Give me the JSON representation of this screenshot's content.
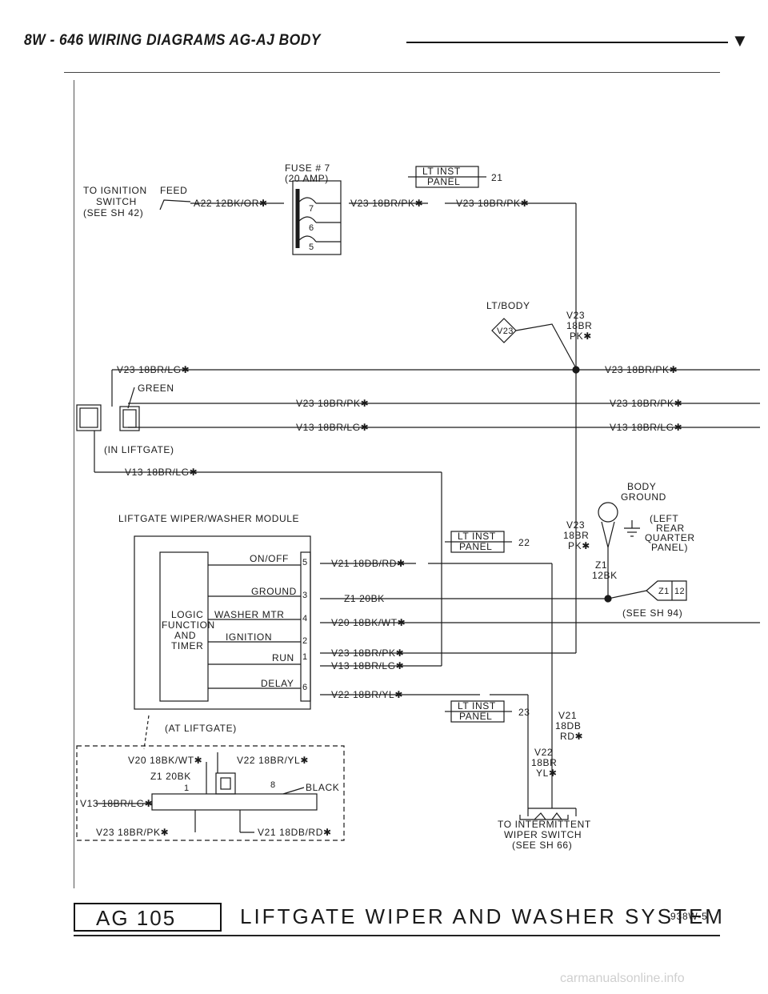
{
  "header": {
    "title": "8W - 646  WIRING DIAGRAMS AG-AJ BODY",
    "arrow": "▼"
  },
  "top": {
    "ignition_line1": "TO IGNITION",
    "feed": "FEED",
    "switch": "SWITCH",
    "see_sh42": "(SEE SH 42)",
    "wire_a22": "A22 12BK/OR✱",
    "fuse_label": "FUSE # 7",
    "fuse_amp": "(20 AMP)",
    "fuse_pins": [
      "7",
      "6",
      "5"
    ],
    "lt_inst_panel": [
      "LT INST",
      "PANEL"
    ],
    "connector_21": "21",
    "wire_v23_a": "V23 18BR/PK✱",
    "wire_v23_b": "V23 18BR/PK✱"
  },
  "splice": {
    "lt_body": "LT/BODY",
    "id": "V23",
    "wire": [
      "V23",
      "18BR",
      "PK✱"
    ]
  },
  "liftgate": {
    "v23_lg": "V23 18BR/LG✱",
    "green": "GREEN",
    "v23_pk_mid": "V23 18BR/PK✱",
    "v13_lg_mid": "V13 18BR/LG✱",
    "in_liftgate": "(IN LIFTGATE)",
    "v13_lg_bottom": "V13 18BR/LG✱",
    "right_v23_pk1": "V23 18BR/PK✱",
    "right_v23_pk2": "V23 18BR/PK✱",
    "right_v13_lg": "V13 18BR/LG✱"
  },
  "ground": {
    "label": [
      "BODY",
      "GROUND"
    ],
    "location": [
      "(LEFT",
      "REAR",
      "QUARTER",
      "PANEL)"
    ],
    "wire": [
      "V23",
      "18BR",
      "PK✱"
    ],
    "z1": [
      "Z1",
      "12BK"
    ],
    "splice_id": "Z1",
    "splice_num": "12",
    "see_sh94": "(SEE SH 94)"
  },
  "module": {
    "title": "LIFTGATE WIPER/WASHER MODULE",
    "logic": [
      "LOGIC",
      "FUNCTION",
      "AND",
      "TIMER"
    ],
    "pins": [
      {
        "name": "ON/OFF",
        "num": "5",
        "wire": "V21 18DB/RD✱"
      },
      {
        "name": "GROUND",
        "num": "3",
        "wire": "Z1 20BK"
      },
      {
        "name": "WASHER MTR",
        "num": "4",
        "wire": "V20 18BK/WT✱"
      },
      {
        "name": "IGNITION",
        "num": "2",
        "wire": "V23 18BR/PK✱"
      },
      {
        "name": "RUN",
        "num": "1",
        "wire": "V13 18BR/LG✱"
      },
      {
        "name": "DELAY",
        "num": "6",
        "wire": "V22 18BR/YL✱"
      }
    ],
    "at_liftgate": "(AT LIFTGATE)",
    "lt_inst_panel_22": "22",
    "lt_inst_panel_23": "23"
  },
  "connector_view": {
    "v20": "V20 18BK/WT✱",
    "v22": "V22 18BR/YL✱",
    "z1": "Z1 20BK",
    "pin1": "1",
    "pin8": "8",
    "black": "BLACK",
    "v13": "V13 18BR/LG✱",
    "v23": "V23 18BR/PK✱",
    "v21": "V21 18DB/RD✱"
  },
  "intermittent": {
    "v21": [
      "V21",
      "18DB",
      "RD✱"
    ],
    "v22": [
      "V22",
      "18BR",
      "YL✱"
    ],
    "label": [
      "TO INTERMITTENT",
      "WIPER SWITCH",
      "(SEE SH 66)"
    ]
  },
  "footer": {
    "box": "AG 105",
    "title": "LIFTGATE WIPER AND WASHER SYSTEM",
    "code": "938W-5"
  },
  "watermark": "carmanualsonline.info"
}
